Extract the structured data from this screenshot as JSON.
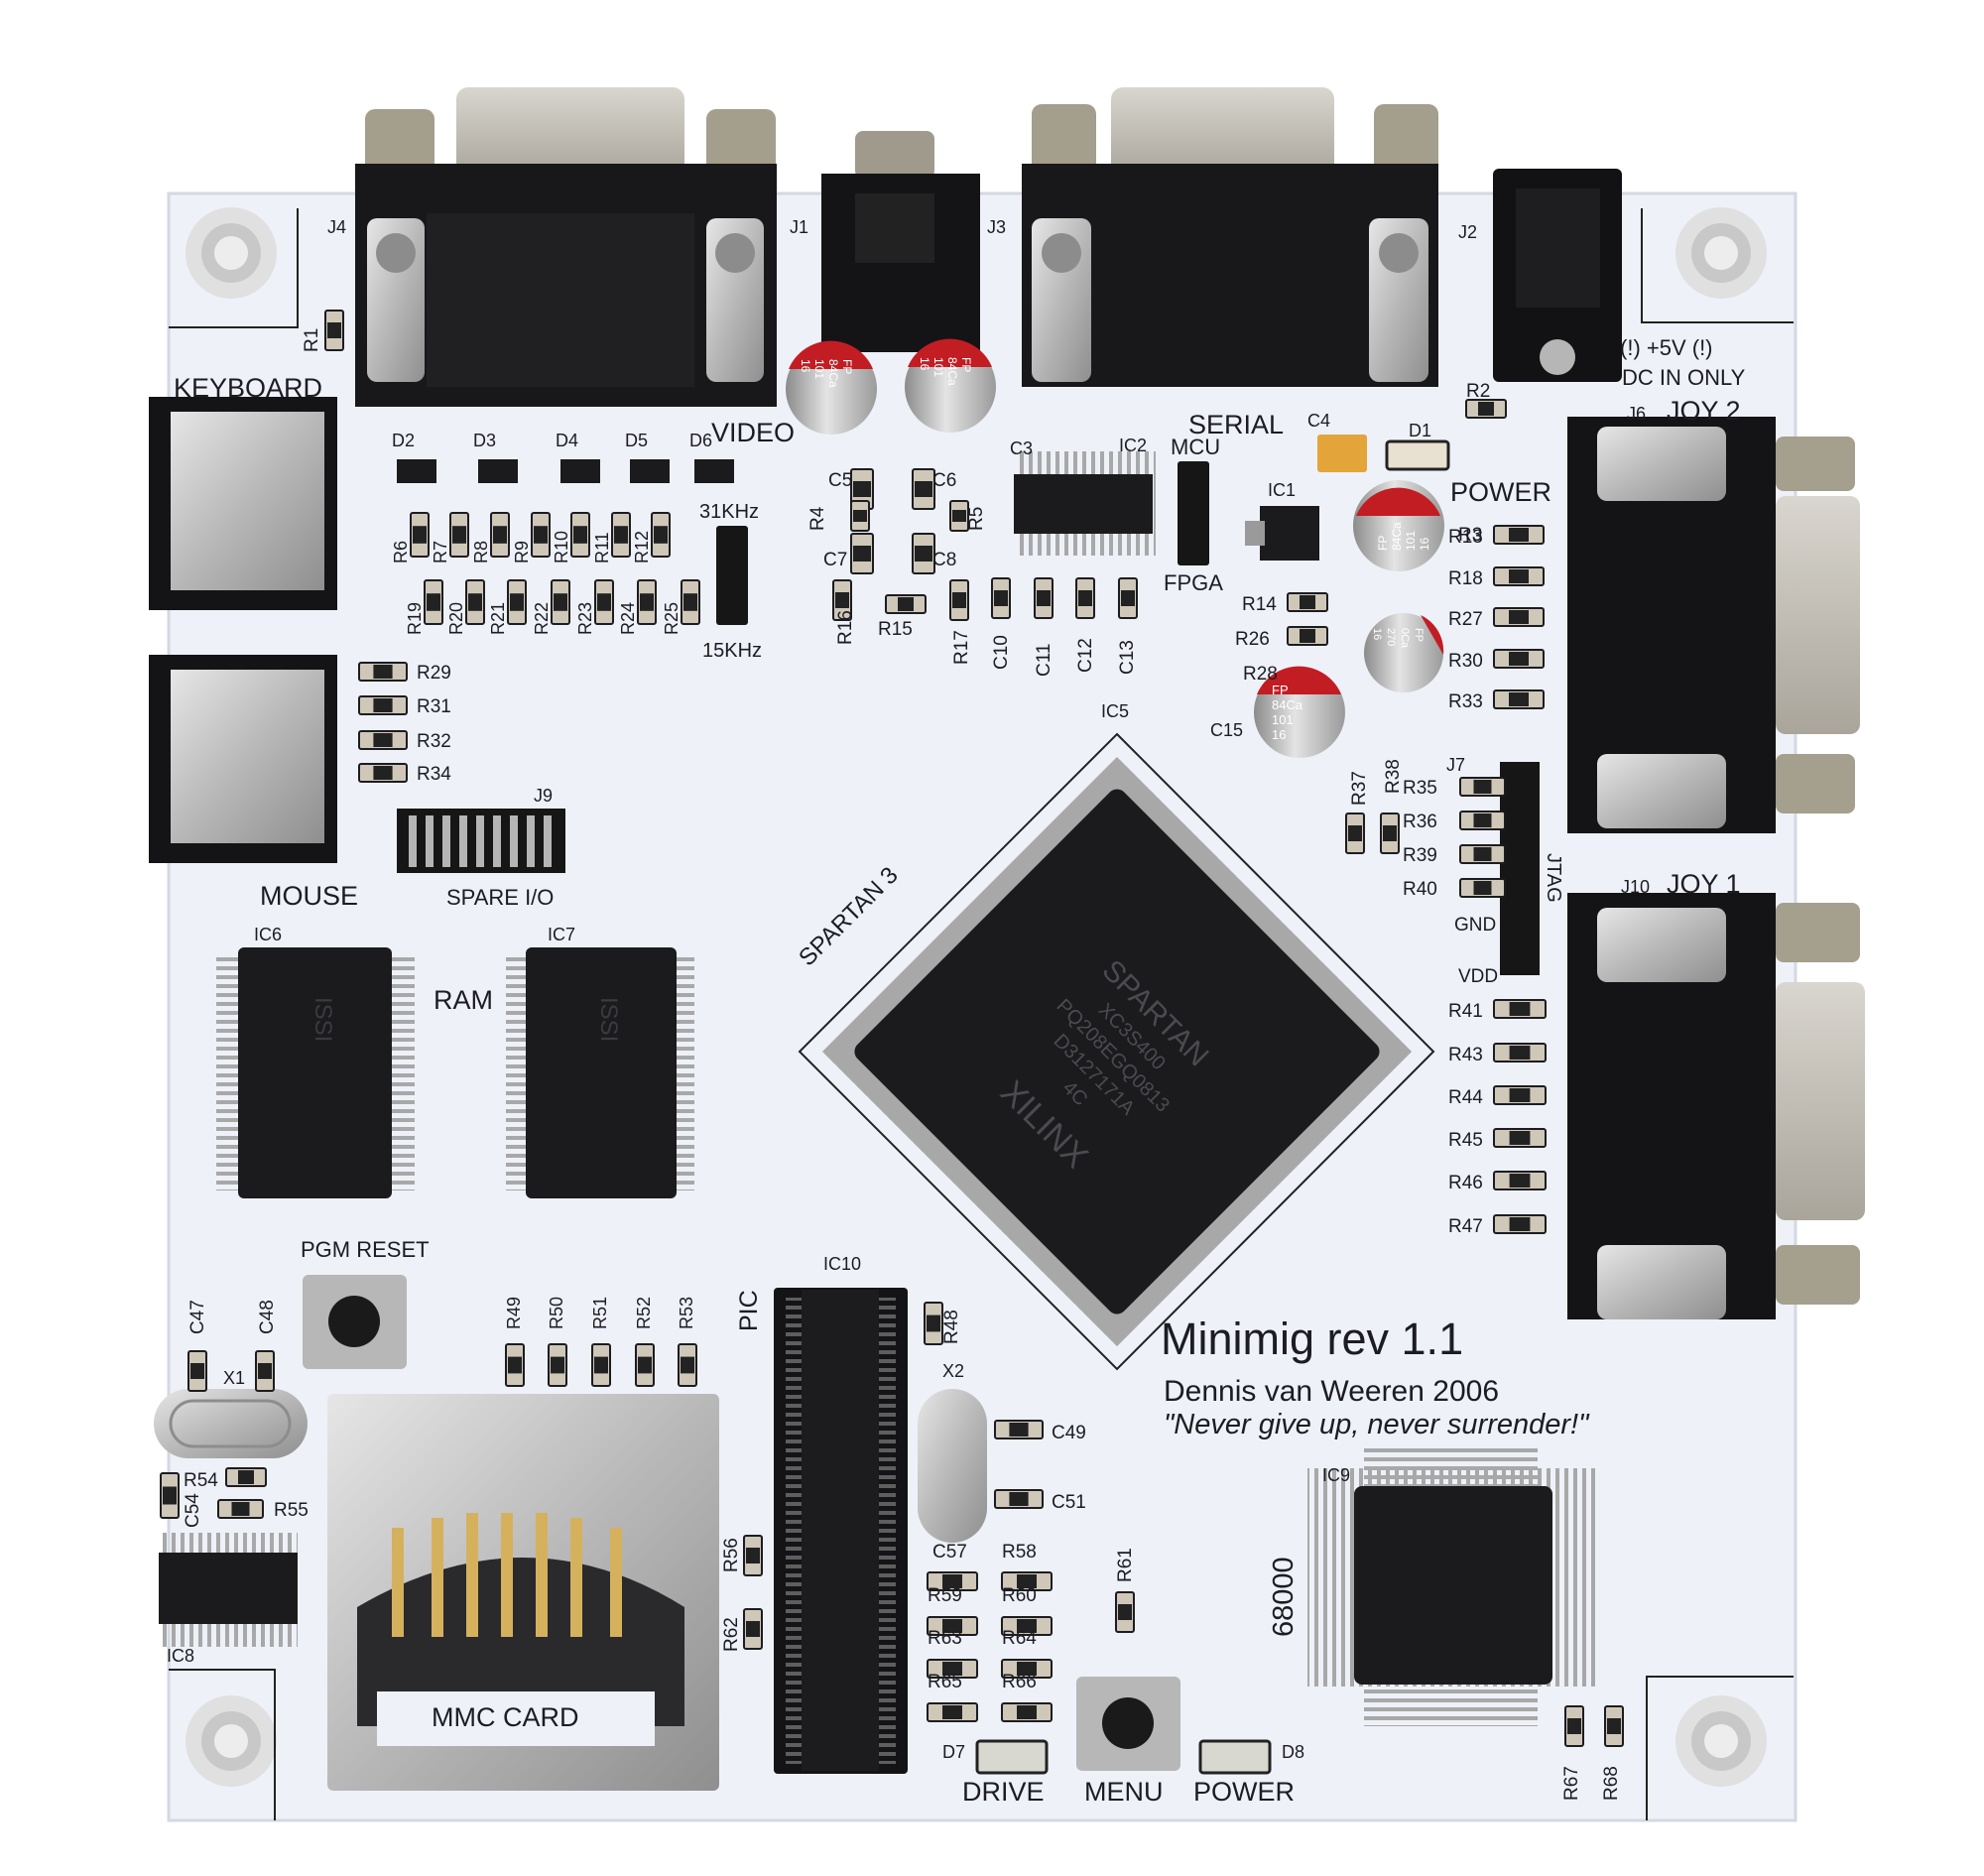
{
  "board": {
    "title": "Minimig rev 1.1",
    "author": "Dennis van Weeren 2006",
    "motto": "\"Never give up, never surrender!\"",
    "colors": {
      "pcb": "#eef1f8",
      "silkscreen": "#1c1c22",
      "chip": "#1b1b1e",
      "metal": "#c9c9c9"
    }
  },
  "connectors": {
    "keyboard": "KEYBOARD",
    "mouse": "MOUSE",
    "video": "VIDEO",
    "serial": "SERIAL",
    "joy2": "JOY 2",
    "joy1": "JOY 1",
    "mmc": "MMC CARD",
    "spare_io": "SPARE I/O",
    "jtag": "JTAG",
    "gnd": "GND",
    "vdd": "VDD",
    "power_warning_1": "(!) +5V (!)",
    "power_warning_2": "DC IN ONLY"
  },
  "designators": {
    "j4": "J4",
    "j1": "J1",
    "j3": "J3",
    "j2": "J2",
    "j6": "J6",
    "j7": "J7",
    "j9": "J9",
    "j10": "J10",
    "ic1": "IC1",
    "ic2": "IC2",
    "ic5": "IC5",
    "ic6": "IC6",
    "ic7": "IC7",
    "ic8": "IC8",
    "ic9": "IC9",
    "ic10": "IC10",
    "x1": "X1",
    "x2": "X2",
    "d1": "D1",
    "d7": "D7",
    "d8": "D8",
    "c3": "C3",
    "c4": "C4",
    "c15": "C15"
  },
  "labels": {
    "ram": "RAM",
    "pic": "PIC",
    "cpu": "68000",
    "fpga_family": "SPARTAN 3",
    "khz31": "31KHz",
    "khz15": "15KHz",
    "mcu": "MCU",
    "fpga": "FPGA",
    "power": "POWER",
    "pgm_reset": "PGM RESET",
    "drive": "DRIVE",
    "menu": "MENU",
    "power_led": "POWER"
  },
  "fpga_marking": [
    "SPARTAN",
    "XC3S400",
    "PQ208EGQ0813",
    "D3127171A",
    "4C"
  ],
  "xilinx": "XILINX",
  "issi": "ISSI",
  "cap_marking": [
    "FP",
    "84Ca",
    "101",
    "16"
  ],
  "cap_marking_small": [
    "FP",
    "0Ca",
    "270",
    "16"
  ],
  "resistors_top_row": [
    "R6",
    "R7",
    "R8",
    "R9",
    "R10",
    "R11",
    "R12"
  ],
  "resistors_second_row": [
    "R19",
    "R20",
    "R21",
    "R22",
    "R23",
    "R24",
    "R25"
  ],
  "diodes": [
    "D2",
    "D3",
    "D4",
    "D5",
    "D6"
  ],
  "left_resistors": [
    "R29",
    "R31",
    "R32",
    "R34"
  ],
  "jtag_resistors": [
    "R35",
    "R36",
    "R39",
    "R40"
  ],
  "joy2_resistors": [
    "R13",
    "R18",
    "R27",
    "R30",
    "R33"
  ],
  "joy1_resistors": [
    "R41",
    "R43",
    "R44",
    "R45",
    "R46",
    "R47"
  ],
  "mid_parts": [
    "C5",
    "C6",
    "C7",
    "C8",
    "R4",
    "R5",
    "R15",
    "R16",
    "R17",
    "C10",
    "C11",
    "C12",
    "C13",
    "R14",
    "R26",
    "R1",
    "R2",
    "R3",
    "R28",
    "R37",
    "R38"
  ],
  "bottom_resistors": [
    "R49",
    "R50",
    "R51",
    "R52",
    "R53"
  ],
  "pic_side_parts": [
    "R48",
    "C49",
    "C51",
    "R56",
    "R62",
    "R61",
    "R67",
    "R68",
    "C47",
    "C48",
    "C54",
    "R54",
    "R55"
  ],
  "pic_grid_parts": [
    "C57",
    "R58",
    "R59",
    "R60",
    "R63",
    "R64",
    "R65",
    "R66"
  ]
}
